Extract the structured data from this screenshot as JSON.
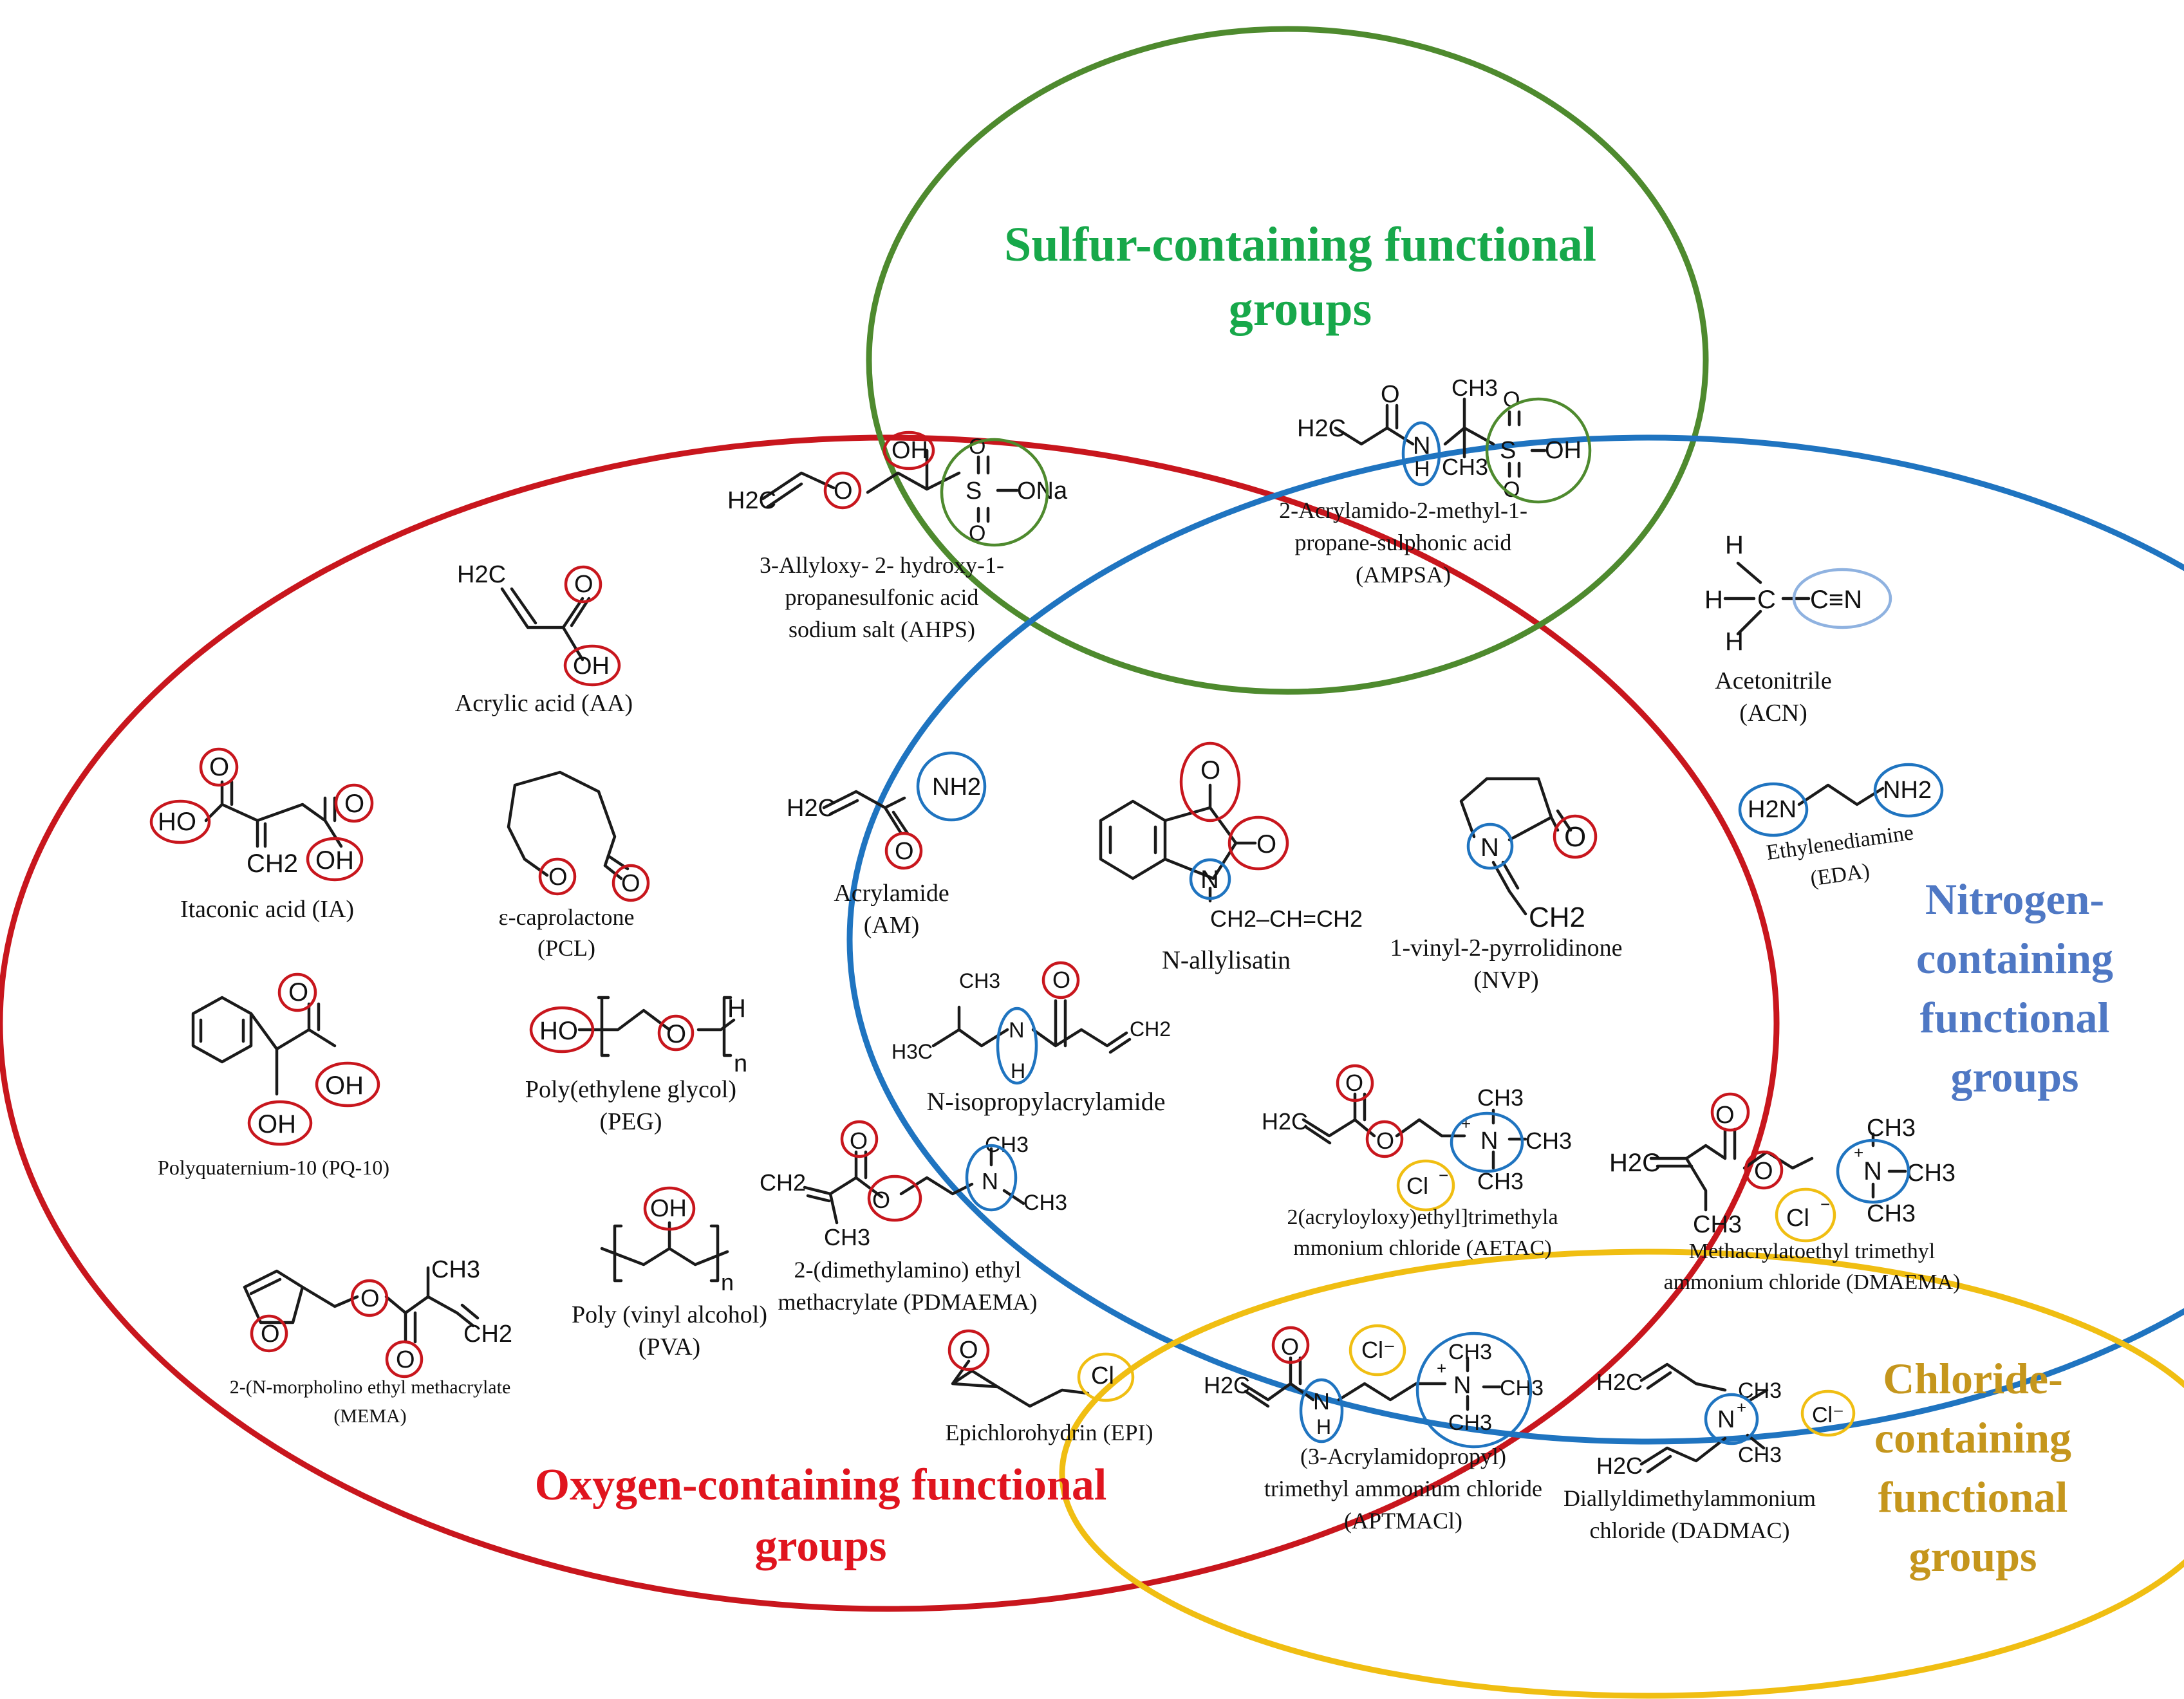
{
  "colors": {
    "oxygen": "#c8161d",
    "sulfur": "#4e8a2e",
    "nitrogen": "#1f74c0",
    "chloride": "#f0be12",
    "sulfur_title": "#17a84a",
    "nitrogen_title": "#4f78c4",
    "chloride_title": "#c5961c",
    "oxygen_title": "#e0141e"
  },
  "groups": {
    "sulfur": [
      "Sulfur-containing functional",
      "groups"
    ],
    "oxygen": [
      "Oxygen-containing  functional",
      "groups"
    ],
    "nitrogen": [
      "Nitrogen-",
      "containing",
      "functional",
      "groups"
    ],
    "chloride": [
      "Chloride-",
      "containing",
      "functional",
      "groups"
    ]
  },
  "compounds": {
    "ahps": [
      "3-Allyloxy- 2- hydroxy-1-",
      "propanesulfonic acid",
      "sodium salt (AHPS)"
    ],
    "ampsa": [
      "2-Acrylamido-2-methyl-1-",
      "propane-sulphonic acid",
      "(AMPSA)"
    ],
    "aa": [
      "Acrylic acid (AA)"
    ],
    "acn": [
      "Acetonitrile",
      "(ACN)"
    ],
    "ia": [
      "Itaconic acid (IA)"
    ],
    "pcl": [
      "ε-caprolactone",
      "(PCL)"
    ],
    "am": [
      "Acrylamide",
      "(AM)"
    ],
    "nallyl": [
      "N-allylisatin"
    ],
    "nvp": [
      "1-vinyl-2-pyrrolidinone",
      "(NVP)"
    ],
    "eda": [
      "Ethylenediamine",
      "(EDA)"
    ],
    "pq10": [
      "Polyquaternium-10  (PQ-10)"
    ],
    "peg": [
      "Poly(ethylene glycol)",
      "(PEG)"
    ],
    "nipam": [
      "N-isopropylacrylamide"
    ],
    "aetac": [
      "2(acryloyloxy)ethyl]trimethyla",
      "mmonium chloride (AETAC)"
    ],
    "dmaema": [
      "Methacrylatoethyl trimethyl",
      "ammonium chloride (DMAEMA)"
    ],
    "pdmaema": [
      "2-(dimethylamino) ethyl",
      "methacrylate (PDMAEMA)"
    ],
    "pva": [
      "Poly (vinyl alcohol)",
      "(PVA)"
    ],
    "mema": [
      "2-(N-morpholino ethyl methacrylate",
      "(MEMA)"
    ],
    "epi": [
      "Epichlorohydrin (EPI)"
    ],
    "aptmacl": [
      "(3-Acrylamidopropyl)",
      "trimethyl ammonium chloride",
      "(APTMACl)"
    ],
    "dadmac": [
      "Diallyldimethylammonium",
      "chloride (DADMAC)"
    ]
  },
  "atoms": {
    "ahps": {
      "h2c": "H2C",
      "oh": "OH",
      "o": "O",
      "s": "S",
      "o1": "O",
      "o2": "O",
      "ona": "ONa"
    },
    "ampsa": {
      "h2c": "H2C",
      "o": "O",
      "nh": "N",
      "h": "H",
      "ch3a": "CH3",
      "ch3b": "CH3",
      "s": "S",
      "oh": "OH",
      "o1": "O",
      "o2": "O"
    },
    "aa": {
      "h2c": "H2C",
      "o": "O",
      "oh": "OH"
    },
    "acn": {
      "h1": "H",
      "h2": "H",
      "h3": "H",
      "c": "C",
      "cn": "C≡N"
    },
    "ia": {
      "ho": "HO",
      "o1": "O",
      "ch2": "CH2",
      "o2": "O",
      "oh": "OH"
    },
    "pcl": {
      "o1": "O",
      "o2": "O"
    },
    "am": {
      "h2c": "H2C",
      "nh2": "NH2",
      "o": "O"
    },
    "nallyl": {
      "o1": "O",
      "o2": "O",
      "n": "N",
      "chain": "CH2–CH=CH2"
    },
    "nvp": {
      "n": "N",
      "o": "O",
      "ch2": "CH2"
    },
    "eda": {
      "h2n": "H2N",
      "nh2": "NH2"
    },
    "pq10": {
      "o": "O",
      "oh1": "OH",
      "oh2": "OH"
    },
    "peg": {
      "ho": "HO",
      "o": "O",
      "h": "H",
      "n": "n"
    },
    "nipam": {
      "ch3": "CH3",
      "h3c": "H3C",
      "n": "N",
      "h": "H",
      "o": "O",
      "ch2": "CH2"
    },
    "aetac": {
      "h2c": "H2C",
      "o1": "O",
      "o2": "O",
      "n": "N",
      "plus": "+",
      "ch3a": "CH3",
      "ch3b": "CH3",
      "ch3c": "CH3",
      "cl": "Cl",
      "minus": "−"
    },
    "dmaema": {
      "h2c": "H2C",
      "o1": "O",
      "o2": "O",
      "ch3m": "CH3",
      "n": "N",
      "plus": "+",
      "ch3a": "CH3",
      "ch3b": "CH3",
      "ch3c": "CH3",
      "cl": "Cl",
      "minus": "−"
    },
    "pdmaema": {
      "ch2": "CH2",
      "o1": "O",
      "o2": "O",
      "ch3m": "CH3",
      "n": "N",
      "ch3a": "CH3",
      "ch3b": "CH3"
    },
    "pva": {
      "oh": "OH",
      "n": "n"
    },
    "mema": {
      "o1": "O",
      "o2": "O",
      "o3": "O",
      "ch3": "CH3",
      "ch2": "CH2"
    },
    "epi": {
      "o": "O",
      "cl": "Cl"
    },
    "aptmacl": {
      "h2c": "H2C",
      "o": "O",
      "n": "N",
      "h": "H",
      "cl": "Cl⁻",
      "plus": "+",
      "np": "N",
      "ch3a": "CH3",
      "ch3b": "CH3",
      "ch3c": "CH3"
    },
    "dadmac": {
      "h2c1": "H2C",
      "h2c2": "H2C",
      "n": "N",
      "plus": "+",
      "ch3a": "CH3",
      "ch3b": "CH3",
      "cl": "Cl⁻"
    }
  }
}
